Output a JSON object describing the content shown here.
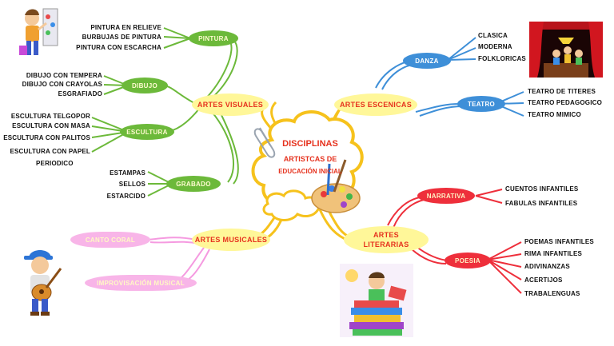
{
  "center": {
    "line1": "DISCIPLINAS",
    "line2": "ARTISTCAS DE",
    "line3": "EDUCACIÓN INICIAL"
  },
  "artes_visuales": {
    "label": "ARTES VISUALES",
    "pintura": {
      "label": "PINTURA",
      "items": [
        "PINTURA EN RELIEVE",
        "BURBUJAS DE PINTURA",
        "PINTURA CON ESCARCHA"
      ]
    },
    "dibujo": {
      "label": "DIBUJO",
      "items": [
        "DIBUJO CON TEMPERA",
        "DIBUJO CON CRAYOLAS",
        "ESGRAFIADO"
      ]
    },
    "escultura": {
      "label": "ESCULTURA",
      "items": [
        "ESCULTURA TELGOPOR",
        "ESCULTURA CON MASA",
        "ESCULTURA CON PALITOS",
        "ESCULTURA CON PAPEL",
        "PERIODICO"
      ]
    },
    "grabado": {
      "label": "GRABADO",
      "items": [
        "ESTAMPAS",
        "SELLOS",
        "ESTARCIDO"
      ]
    }
  },
  "artes_escenicas": {
    "label": "ARTES ESCENICAS",
    "danza": {
      "label": "DANZA",
      "items": [
        "CLASICA",
        "MODERNA",
        "FOLKLORICAS"
      ]
    },
    "teatro": {
      "label": "TEATRO",
      "items": [
        "TEATRO DE TITERES",
        "TEATRO PEDAGOGICO",
        "TEATRO MIMICO"
      ]
    }
  },
  "artes_musicales": {
    "label": "ARTES MUSICALES",
    "canto": {
      "label": "CANTO CORAL"
    },
    "improvisacion": {
      "label": "IMPROVISACIÓN MUSICAL"
    }
  },
  "artes_literarias": {
    "line1": "ARTES",
    "line2": "LITERARIAS",
    "narrativa": {
      "label": "NARRATIVA",
      "items": [
        "CUENTOS INFANTILES",
        "FABULAS INFANTILES"
      ]
    },
    "poesia": {
      "label": "POESIA",
      "items": [
        "POEMAS INFANTILES",
        "RIMA INFANTILES",
        "ADIVINANZAS",
        "ACERTIJOS",
        "TRABALENGUAS"
      ]
    }
  },
  "colors": {
    "main_fill": "#fff799",
    "main_text": "#e6321e",
    "green_branch": "#6cb93a",
    "blue_branch": "#3e8fd8",
    "red_branch": "#ee2f3b",
    "pink_branch": "#f8b5e8",
    "yellow_connector": "#f6c21c"
  },
  "icons": [
    "painter-child-icon",
    "paint-palette-icon",
    "theater-stage-icon",
    "guitar-child-icon",
    "child-reading-books-icon",
    "paperclip-icon"
  ]
}
